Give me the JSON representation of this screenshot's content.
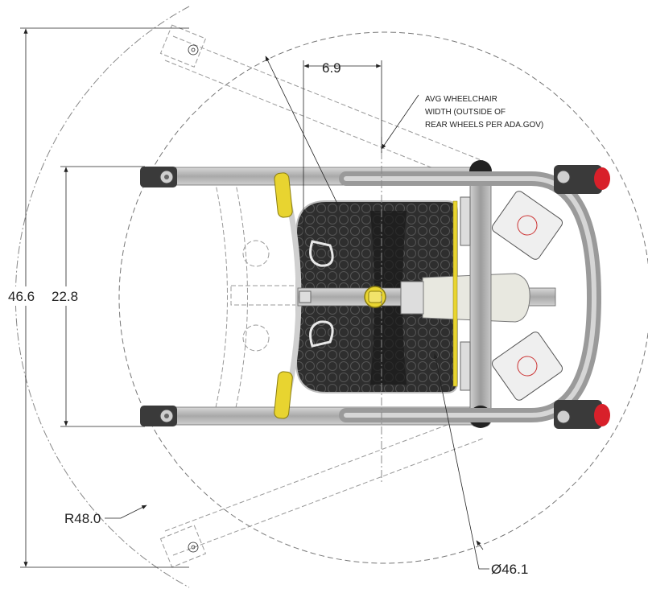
{
  "dimensions": {
    "overall_length": "46.6",
    "frame_width": "22.8",
    "offset": "6.9",
    "radius": "R48.0",
    "diameter": "Ø46.1"
  },
  "note": {
    "line1": "AVG WHEELCHAIR",
    "line2": "WIDTH (OUTSIDE OF",
    "line3": "REAR WHEELS PER ADA.GOV)"
  },
  "colors": {
    "seat": "#2b2b2b",
    "frame": "#b8b8b8",
    "handle": "#e8d430",
    "wheel_cap": "#d8202a",
    "line": "#222222"
  }
}
